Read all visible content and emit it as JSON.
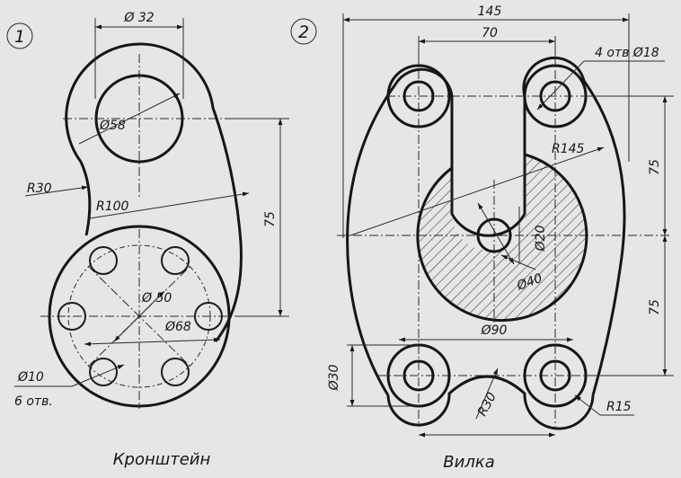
{
  "colors": {
    "paper": "#e6e6e4",
    "ink": "#161616"
  },
  "drawing1": {
    "number": "1",
    "title": "Кронштейн",
    "dims": {
      "d32": "Ø 32",
      "d58": "Ø58",
      "r30": "R30",
      "r100": "R100",
      "h75": "75",
      "d50": "Ø 50",
      "d68": "Ø68",
      "d10": "Ø10",
      "holes": "6 отв."
    }
  },
  "drawing2": {
    "number": "2",
    "title": "Вилка",
    "dims": {
      "w145": "145",
      "w70": "70",
      "holes": "4 отв Ø18",
      "r145": "R145",
      "v75a": "75",
      "v75b": "75",
      "d20": "Ø20",
      "d40": "Ø40",
      "d90": "Ø90",
      "d30": "Ø30",
      "r30": "R30",
      "r15": "R15"
    }
  }
}
